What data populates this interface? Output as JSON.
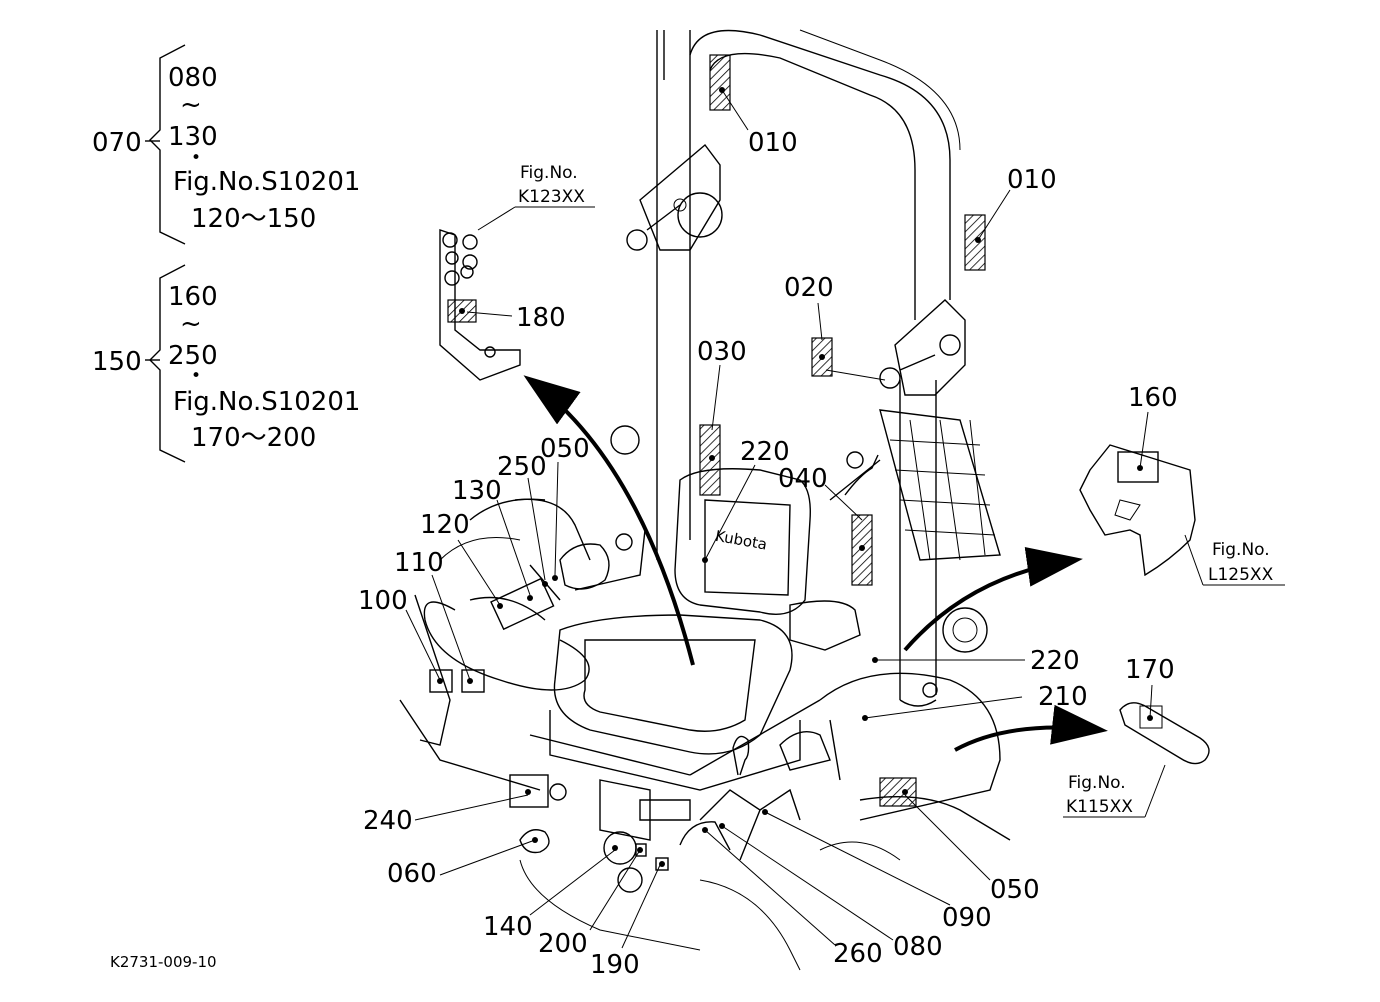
{
  "diagram_code": "K2731-009-10",
  "groups": [
    {
      "ref": "070",
      "top": "080",
      "tilde": "~",
      "bottom": "130",
      "dot": "•",
      "fig": "Fig.No.S10201",
      "range": "120～150"
    },
    {
      "ref": "150",
      "top": "160",
      "tilde": "~",
      "bottom": "250",
      "dot": "•",
      "fig": "Fig.No.S10201",
      "range": "170～200"
    }
  ],
  "fig_refs": [
    {
      "caption": "Fig.No.",
      "code": "K123XX"
    },
    {
      "caption": "Fig.No.",
      "code": "L125XX"
    },
    {
      "caption": "Fig.No.",
      "code": "K115XX"
    }
  ],
  "brand": "Kubota",
  "callouts": [
    "010",
    "010",
    "020",
    "030",
    "040",
    "220",
    "050",
    "250",
    "130",
    "120",
    "110",
    "100",
    "180",
    "160",
    "220",
    "210",
    "170",
    "240",
    "060",
    "140",
    "200",
    "190",
    "260",
    "080",
    "090",
    "050"
  ]
}
